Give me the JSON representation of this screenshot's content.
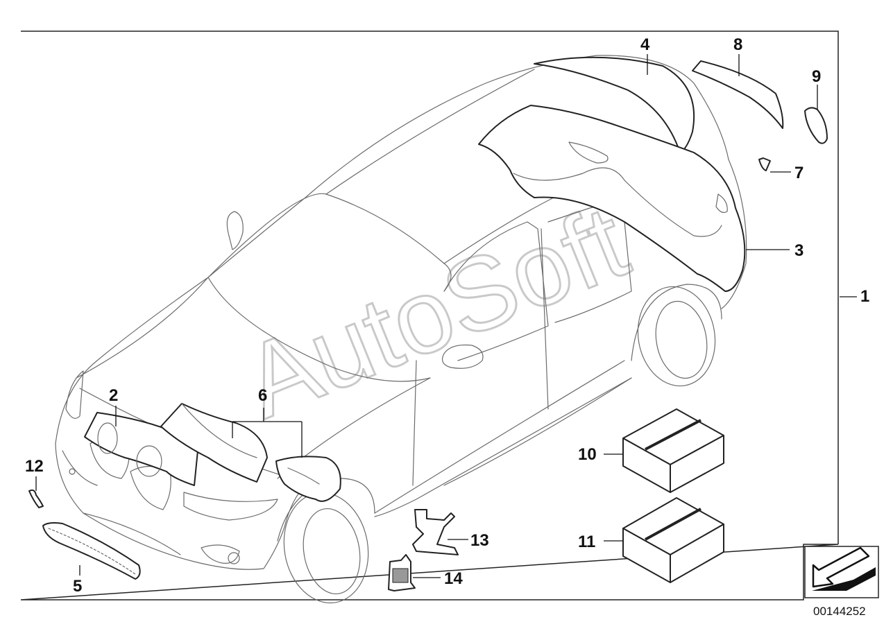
{
  "callouts": [
    {
      "id": "1",
      "label": "1"
    },
    {
      "id": "2",
      "label": "2"
    },
    {
      "id": "3",
      "label": "3"
    },
    {
      "id": "4",
      "label": "4"
    },
    {
      "id": "5",
      "label": "5"
    },
    {
      "id": "6",
      "label": "6"
    },
    {
      "id": "7",
      "label": "7"
    },
    {
      "id": "8",
      "label": "8"
    },
    {
      "id": "9",
      "label": "9"
    },
    {
      "id": "10",
      "label": "10"
    },
    {
      "id": "11",
      "label": "11"
    },
    {
      "id": "12",
      "label": "12"
    },
    {
      "id": "13",
      "label": "13"
    },
    {
      "id": "14",
      "label": "14"
    }
  ],
  "watermark": "AutoSoft",
  "reference_number": "00144252",
  "nav_icon": "arrow-left-down-icon"
}
